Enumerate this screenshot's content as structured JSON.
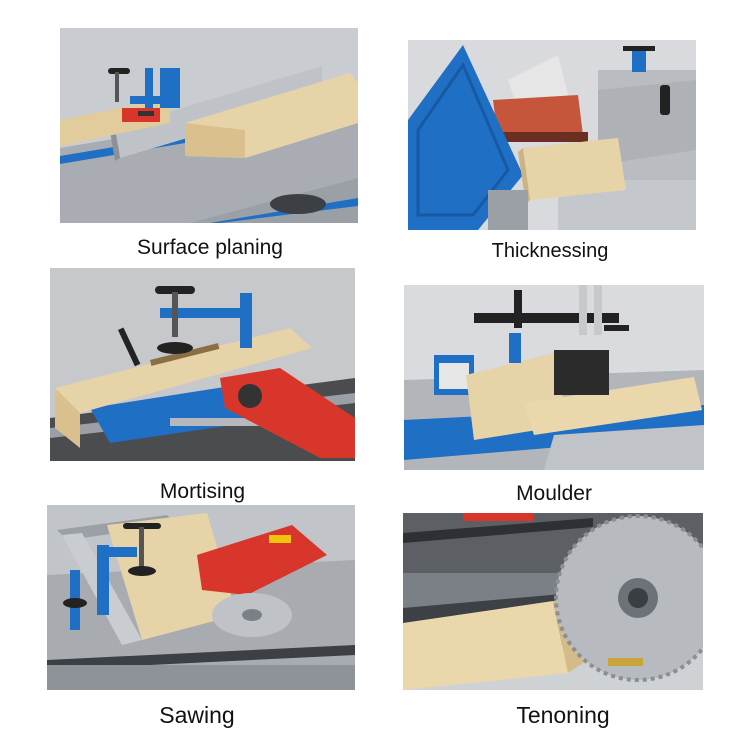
{
  "panels": [
    {
      "caption": "Surface planing"
    },
    {
      "caption": "Thicknessing"
    },
    {
      "caption": "Mortising"
    },
    {
      "caption": "Moulder"
    },
    {
      "caption": "Sawing"
    },
    {
      "caption": "Tenoning"
    }
  ],
  "colors": {
    "machine_blue": "#1f6fc4",
    "steel_gray": "#a9adb3",
    "wood": "#e7d3a8",
    "guard_red": "#d8362a"
  },
  "icons": [
    "clamp-icon",
    "saw-blade-icon"
  ]
}
